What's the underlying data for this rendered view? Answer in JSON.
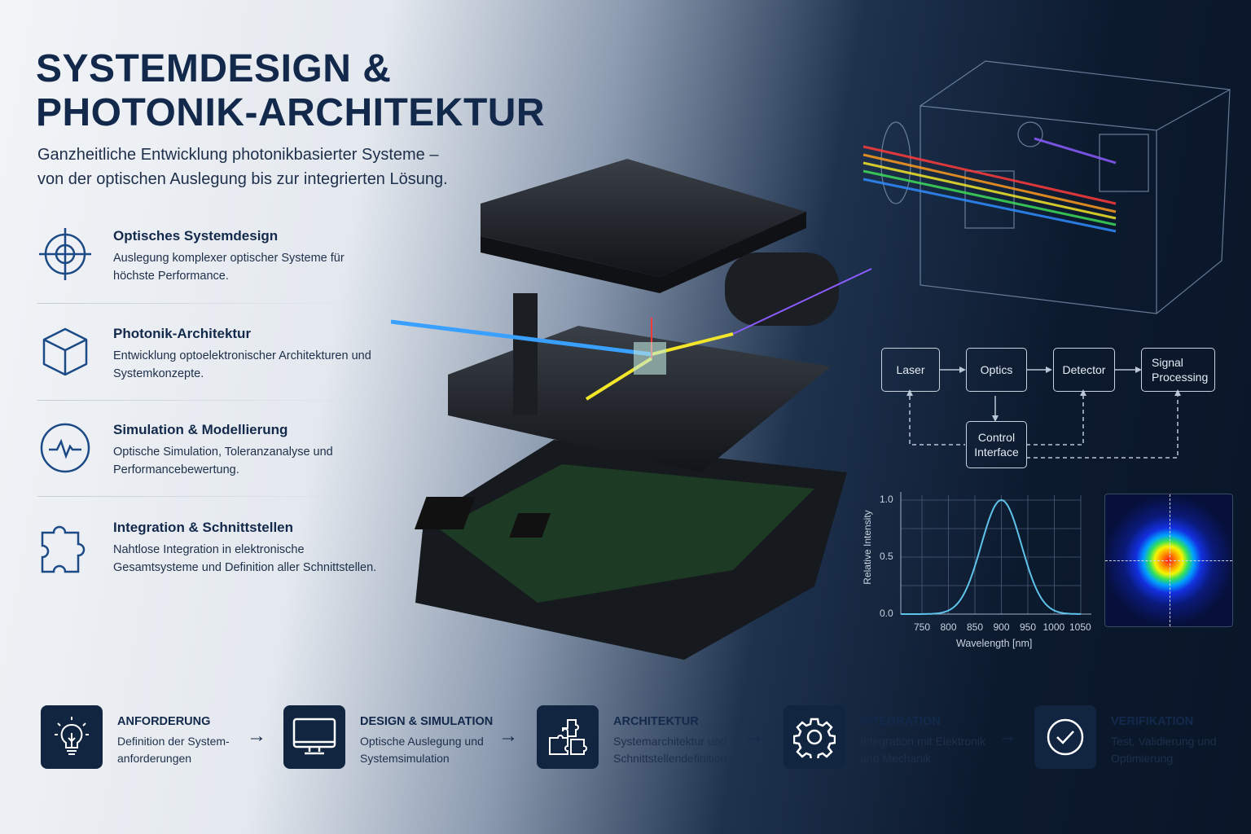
{
  "title_line1": "SYSTEMDESIGN &",
  "title_line2": "PHOTONIK-ARCHITEKTUR",
  "subtitle_line1": "Ganzheitliche Entwicklung photonikbasierter Systeme –",
  "subtitle_line2": "von der optischen Auslegung bis zur integrierten Lösung.",
  "features": [
    {
      "icon": "crosshair-icon",
      "title": "Optisches Systemdesign",
      "desc": "Auslegung komplexer optischer Systeme für höchste Performance."
    },
    {
      "icon": "cube-icon",
      "title": "Photonik-Architektur",
      "desc": "Entwicklung optoelektronischer Architekturen und Systemkonzepte."
    },
    {
      "icon": "pulse-icon",
      "title": "Simulation & Modellierung",
      "desc": "Optische Simulation, Toleranzanalyse und Performancebewertung."
    },
    {
      "icon": "puzzle-icon",
      "title": "Integration & Schnittstellen",
      "desc": "Nahtlose Integration in elektronische Gesamtsysteme und Definition aller Schnittstellen."
    }
  ],
  "block_diagram": {
    "laser": "Laser",
    "optics": "Optics",
    "detector": "Detector",
    "signal": "Signal Processing",
    "control": "Control Interface"
  },
  "chart_data": {
    "type": "line",
    "title": "",
    "xlabel": "Wavelength [nm]",
    "ylabel": "Relative Intensity",
    "xlim": [
      710,
      1050
    ],
    "ylim": [
      0,
      1.0
    ],
    "xticks": [
      "750",
      "800",
      "850",
      "900",
      "950",
      "1000",
      "1050"
    ],
    "yticks": [
      "0.0",
      "0.5",
      "1.0"
    ],
    "grid": true,
    "x": [
      710,
      725,
      750,
      775,
      800,
      825,
      850,
      875,
      900,
      925,
      950,
      975,
      1000,
      1025,
      1050
    ],
    "y": [
      0,
      0.0001,
      0.0004,
      0.0045,
      0.031,
      0.143,
      0.42,
      0.81,
      1.0,
      0.81,
      0.42,
      0.143,
      0.031,
      0.0045,
      0.0004
    ],
    "color": "#5fc4ec"
  },
  "steps": [
    {
      "icon": "lightbulb-icon",
      "title": "ANFORDERUNG",
      "desc": "Definition der System-anforderungen"
    },
    {
      "icon": "monitor-icon",
      "title": "DESIGN & SIMULATION",
      "desc": "Optische Auslegung und Systemsimulation"
    },
    {
      "icon": "puzzle-icon",
      "title": "ARCHITEKTUR",
      "desc": "Systemarchitektur und Schnittstellendefinition"
    },
    {
      "icon": "gear-icon",
      "title": "INTEGRATION",
      "desc": "Integration mit Elektronik und Mechanik"
    },
    {
      "icon": "check-circle-icon",
      "title": "VERIFIKATION",
      "desc": "Test, Validierung und Optimierung"
    }
  ],
  "colors": {
    "navy": "#13294b",
    "tile": "#112541",
    "beam_blue": "#3aa0ff",
    "beam_yellow": "#f2e52a"
  }
}
